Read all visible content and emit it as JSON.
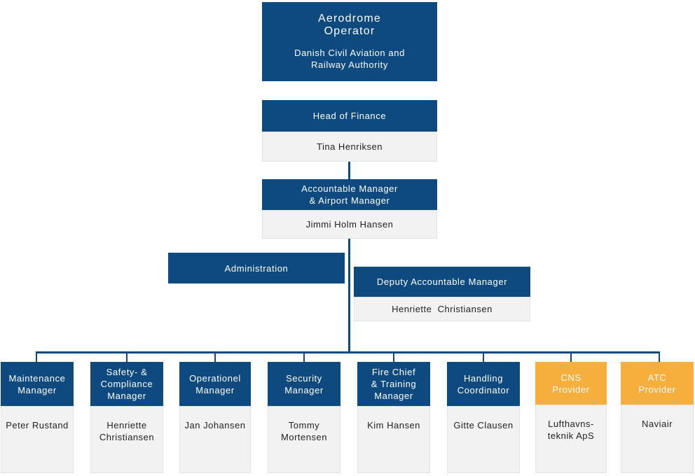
{
  "top": {
    "title": "Aerodrome\nOperator",
    "subtitle": "Danish Civil Aviation and\nRailway Authority"
  },
  "finance": {
    "title": "Head of Finance",
    "name": "Tina Henriksen"
  },
  "accountable": {
    "title": "Accountable Manager\n& Airport Manager",
    "name": "Jimmi Holm Hansen"
  },
  "administration": {
    "title": "Administration"
  },
  "deputy": {
    "title": "Deputy Accountable Manager",
    "name": "Henriette  Christiansen"
  },
  "departments": [
    {
      "title": "Maintenance\nManager",
      "name": "Peter Rustand"
    },
    {
      "title": "Safety- &\nCompliance\nManager",
      "name": "Henriette\nChristiansen"
    },
    {
      "title": "Operationel\nManager",
      "name": "Jan Johansen"
    },
    {
      "title": "Security\nManager",
      "name": "Tommy\nMortensen"
    },
    {
      "title": "Fire Chief\n& Training\nManager",
      "name": "Kim Hansen"
    },
    {
      "title": "Handling\nCoordinator",
      "name": "Gitte Clausen"
    },
    {
      "title": "CNS\nProvider",
      "name": "Lufthavns-\nteknik ApS"
    },
    {
      "title": "ATC\nProvider",
      "name": "Naviair"
    }
  ],
  "colors": {
    "primary": "#0e4a80",
    "provider": "#f6ae3c",
    "name_bg": "#f2f2f2"
  }
}
